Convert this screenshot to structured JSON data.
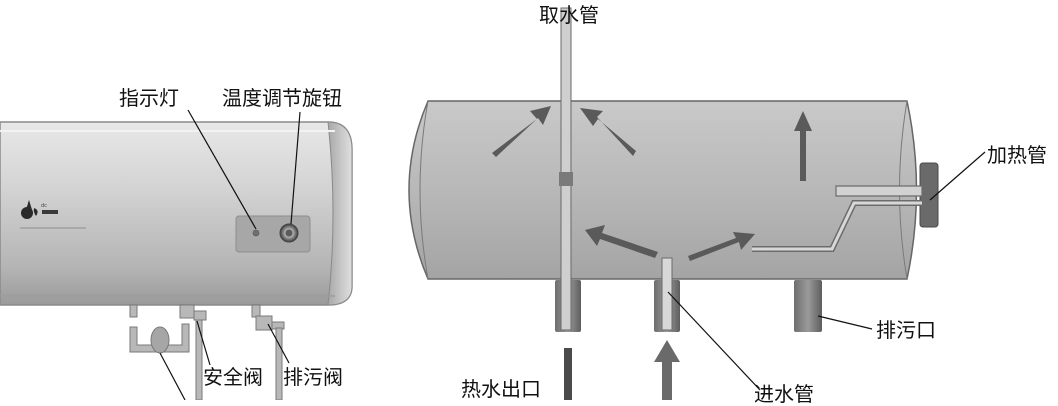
{
  "colors": {
    "heater_body": "#c4c4c4",
    "heater_shade": "#8c8c8c",
    "tank_fill": "#b6b6b6",
    "tank_edge": "#6a6a6a",
    "arrow": "#5a5a5a",
    "leader_line": "#111111"
  },
  "left_heater": {
    "brand_mark": "dc",
    "labels": {
      "indicator_light": "指示灯",
      "temp_knob": "温度调节旋钮",
      "safety_valve": "安全阀",
      "drain_valve": "排污阀"
    }
  },
  "right_tank": {
    "labels": {
      "intake_pipe": "取水管",
      "heating_tube": "加热管",
      "drain_outlet": "排污口",
      "hot_water_outlet": "热水出口",
      "inlet_pipe": "进水管"
    },
    "icons": [
      "flow-arrow-icon",
      "hot-water-down-arrow-icon",
      "inlet-up-arrow-icon"
    ]
  }
}
